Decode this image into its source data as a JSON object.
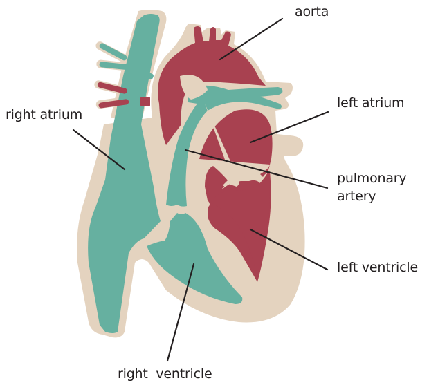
{
  "figure": {
    "subject": "Anatomy of the human heart",
    "colors": {
      "tissue": "#e4d3bf",
      "deoxygenated": "#66b0a0",
      "oxygenated": "#a84150",
      "leader_line": "#231f20",
      "text": "#231f20",
      "background": "#ffffff"
    }
  },
  "labels": {
    "aorta": "aorta",
    "left_atrium": "left atrium",
    "right_atrium": "right atrium",
    "pulmonary_artery_line1": "pulmonary",
    "pulmonary_artery_line2": "artery",
    "left_ventricle": "left ventricle",
    "right_ventricle": "right  ventricle"
  }
}
